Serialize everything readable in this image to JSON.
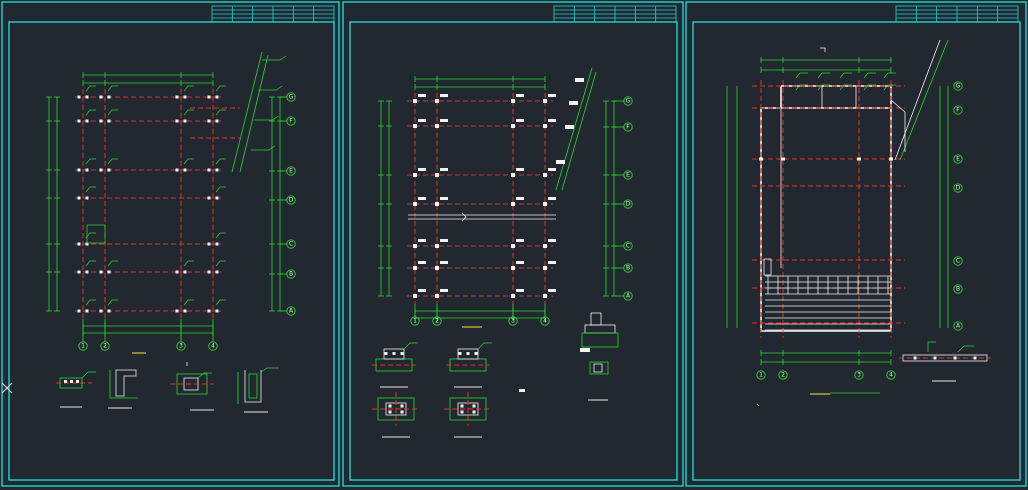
{
  "drawing": {
    "sheets": [
      {
        "id": "sheet-1"
      },
      {
        "id": "sheet-2"
      },
      {
        "id": "sheet-3"
      }
    ],
    "axis_numbers": [
      "1",
      "2",
      "3",
      "4"
    ],
    "axis_letters": [
      "A",
      "B",
      "C",
      "D",
      "E",
      "F",
      "G"
    ],
    "colors": {
      "background": "#212830",
      "frame": "#1fd3d3",
      "axis_grid": "#e1302a",
      "dimension": "#29d82b",
      "structure": "#f2f2f2",
      "highlight": "#ffe04a"
    }
  }
}
